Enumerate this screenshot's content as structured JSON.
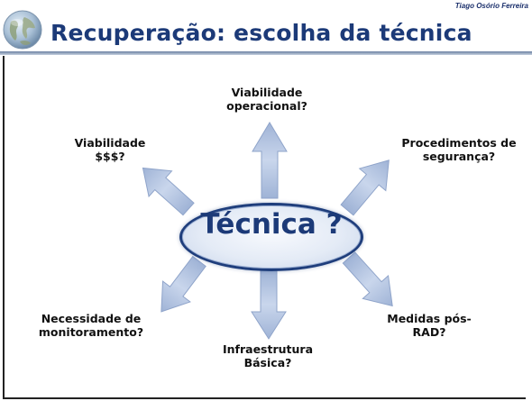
{
  "header": {
    "author": "Tiago Osório Ferreira",
    "title": "Recuperação: escolha da técnica"
  },
  "diagram": {
    "center": "Técnica ?",
    "labels": {
      "top": "Viabilidade\noperacional?",
      "top_left": "Viabilidade\n$$$?",
      "top_right": "Procedimentos de\nsegurança?",
      "bottom_left": "Necessidade de\nmonitoramento?",
      "bottom": "Infraestrutura\nBásica?",
      "bottom_right": "Medidas pós-\nRAD?"
    }
  },
  "colors": {
    "title": "#1c3a78",
    "arrow": "#b4c4e2",
    "center_border": "#1f3e7c"
  }
}
